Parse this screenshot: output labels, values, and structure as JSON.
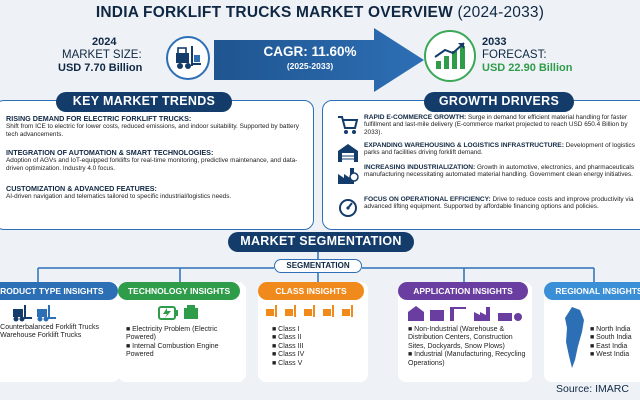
{
  "header": {
    "title": "INDIA FORKLIFT TRUCKS MARKET OVERVIEW",
    "title_years": "(2024-2033)"
  },
  "market_size": {
    "year": "2024",
    "label": "MARKET SIZE:",
    "value": "USD 7.70 Billion"
  },
  "cagr": {
    "label": "CAGR: 11.60%",
    "range": "(2025-2033)"
  },
  "forecast": {
    "year": "2033",
    "label": "FORECAST:",
    "value": "USD 22.90 Billion"
  },
  "key_trends": {
    "banner": "KEY MARKET TRENDS",
    "items": [
      {
        "heading": "RISING DEMAND FOR ELECTRIC FORKLIFT TRUCKS:",
        "body": "Shift from ICE to electric for lower costs, reduced emissions, and indoor suitability. Supported by battery tech advancements."
      },
      {
        "heading": "INTEGRATION OF AUTOMATION & SMART TECHNOLOGIES:",
        "body": "Adoption of AGVs and IoT-equipped forklifts for real-time monitoring, predictive maintenance, and data-driven optimization. Industry 4.0 focus."
      },
      {
        "heading": "CUSTOMIZATION & ADVANCED FEATURES:",
        "body": "AI-driven navigation and telematics tailored to specific industrial/logistics needs."
      }
    ]
  },
  "growth_drivers": {
    "banner": "GROWTH DRIVERS",
    "items": [
      {
        "icon": "shopping-cart-icon",
        "heading": "RAPID E-COMMERCE GROWTH:",
        "body": " Surge in demand for efficient material handling for faster fulfillment and last-mile delivery (E-commerce market projected to reach USD 650.4 Billion by 2033)."
      },
      {
        "icon": "warehouse-icon",
        "heading": "EXPANDING WAREHOUSING & LOGISTICS INFRASTRUCTURE:",
        "body": " Development of logistics parks and facilities driving forklift demand."
      },
      {
        "icon": "factory-icon",
        "heading": "INCREASING INDUSTRIALIZATION:",
        "body": " Growth in automotive, electronics, and pharmaceuticals manufacturing necessitating automated material handling. Government clean energy initiatives."
      },
      {
        "icon": "gauge-icon",
        "heading": "FOCUS ON OPERATIONAL EFFICIENCY:",
        "body": " Drive to reduce costs and improve productivity via advanced lifting equipment. Supported by affordable financing options and policies."
      }
    ]
  },
  "segmentation": {
    "banner": "MARKET SEGMENTATION",
    "sub": "SEGMENTATION",
    "columns": [
      {
        "header": "PRODUCT TYPE INSIGHTS",
        "items": [
          "Counterbalanced Forklift Trucks",
          "Warehouse Forklift Trucks"
        ]
      },
      {
        "header": "TECHNOLOGY INSIGHTS",
        "items": [
          "Electricity Problem (Electric Powered)",
          "Internal Combustion Engine Powered"
        ]
      },
      {
        "header": "CLASS INSIGHTS",
        "items": [
          "Class I",
          "Class II",
          "Class III",
          "Class IV",
          "Class V"
        ]
      },
      {
        "header": "APPLICATION INSIGHTS",
        "items": [
          "Non-Industrial (Warehouse & Distribution Centers, Construction Sites, Dockyards, Snow Plows)",
          "Industrial (Manufacturing, Recycling Operations)"
        ]
      },
      {
        "header": "REGIONAL INSIGHTS",
        "items": [
          "North India",
          "South India",
          "East India",
          "West India"
        ]
      }
    ]
  },
  "source": "Source: IMARC",
  "colors": {
    "navy": "#143c6b",
    "blue": "#2d6fb5",
    "green": "#2f9c4a",
    "orange": "#f18a1c",
    "purple": "#6a3da0",
    "light_blue": "#3b8fd6"
  }
}
